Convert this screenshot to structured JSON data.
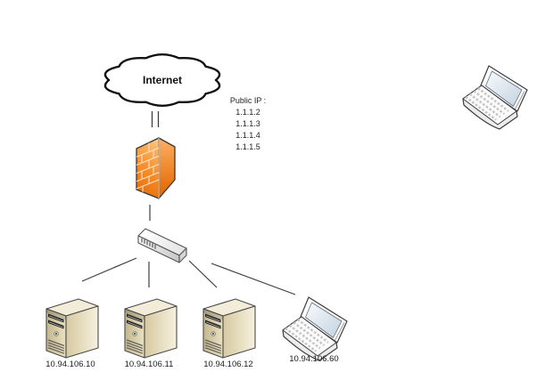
{
  "nodes": [
    {
      "id": "internet",
      "icon": "cloud-icon",
      "label": "Internet"
    },
    {
      "id": "firewall",
      "icon": "firewall-icon",
      "label": ""
    },
    {
      "id": "switch",
      "icon": "switch-icon",
      "label": ""
    },
    {
      "id": "server-1",
      "icon": "server-icon",
      "label": "10.94.106.10"
    },
    {
      "id": "server-2",
      "icon": "server-icon",
      "label": "10.94.106.11"
    },
    {
      "id": "server-3",
      "icon": "server-icon",
      "label": "10.94.106.12"
    },
    {
      "id": "lan-laptop",
      "icon": "laptop-icon",
      "label": "10.94.106.60"
    },
    {
      "id": "remote-laptop",
      "icon": "laptop-icon",
      "label": ""
    }
  ],
  "annotations": {
    "public_ip": {
      "title": "Public IP :",
      "addresses": [
        "1.1.1.2",
        "1.1.1.3",
        "1.1.1.4",
        "1.1.1.5"
      ]
    }
  },
  "edges": [
    {
      "from": "internet",
      "to": "firewall",
      "style": "double-line"
    },
    {
      "from": "firewall",
      "to": "switch",
      "style": "line"
    },
    {
      "from": "switch",
      "to": "server-1",
      "style": "line"
    },
    {
      "from": "switch",
      "to": "server-2",
      "style": "line"
    },
    {
      "from": "switch",
      "to": "server-3",
      "style": "line"
    },
    {
      "from": "switch",
      "to": "lan-laptop",
      "style": "line"
    }
  ],
  "colors": {
    "firewall_orange": "#f58d2b",
    "server_beige": "#e9e0c2",
    "switch_gray": "#e3e3e3",
    "laptop_screen": "#dbe4ed",
    "connector": "#3f3f3f",
    "cloud_outline": "#111111"
  }
}
